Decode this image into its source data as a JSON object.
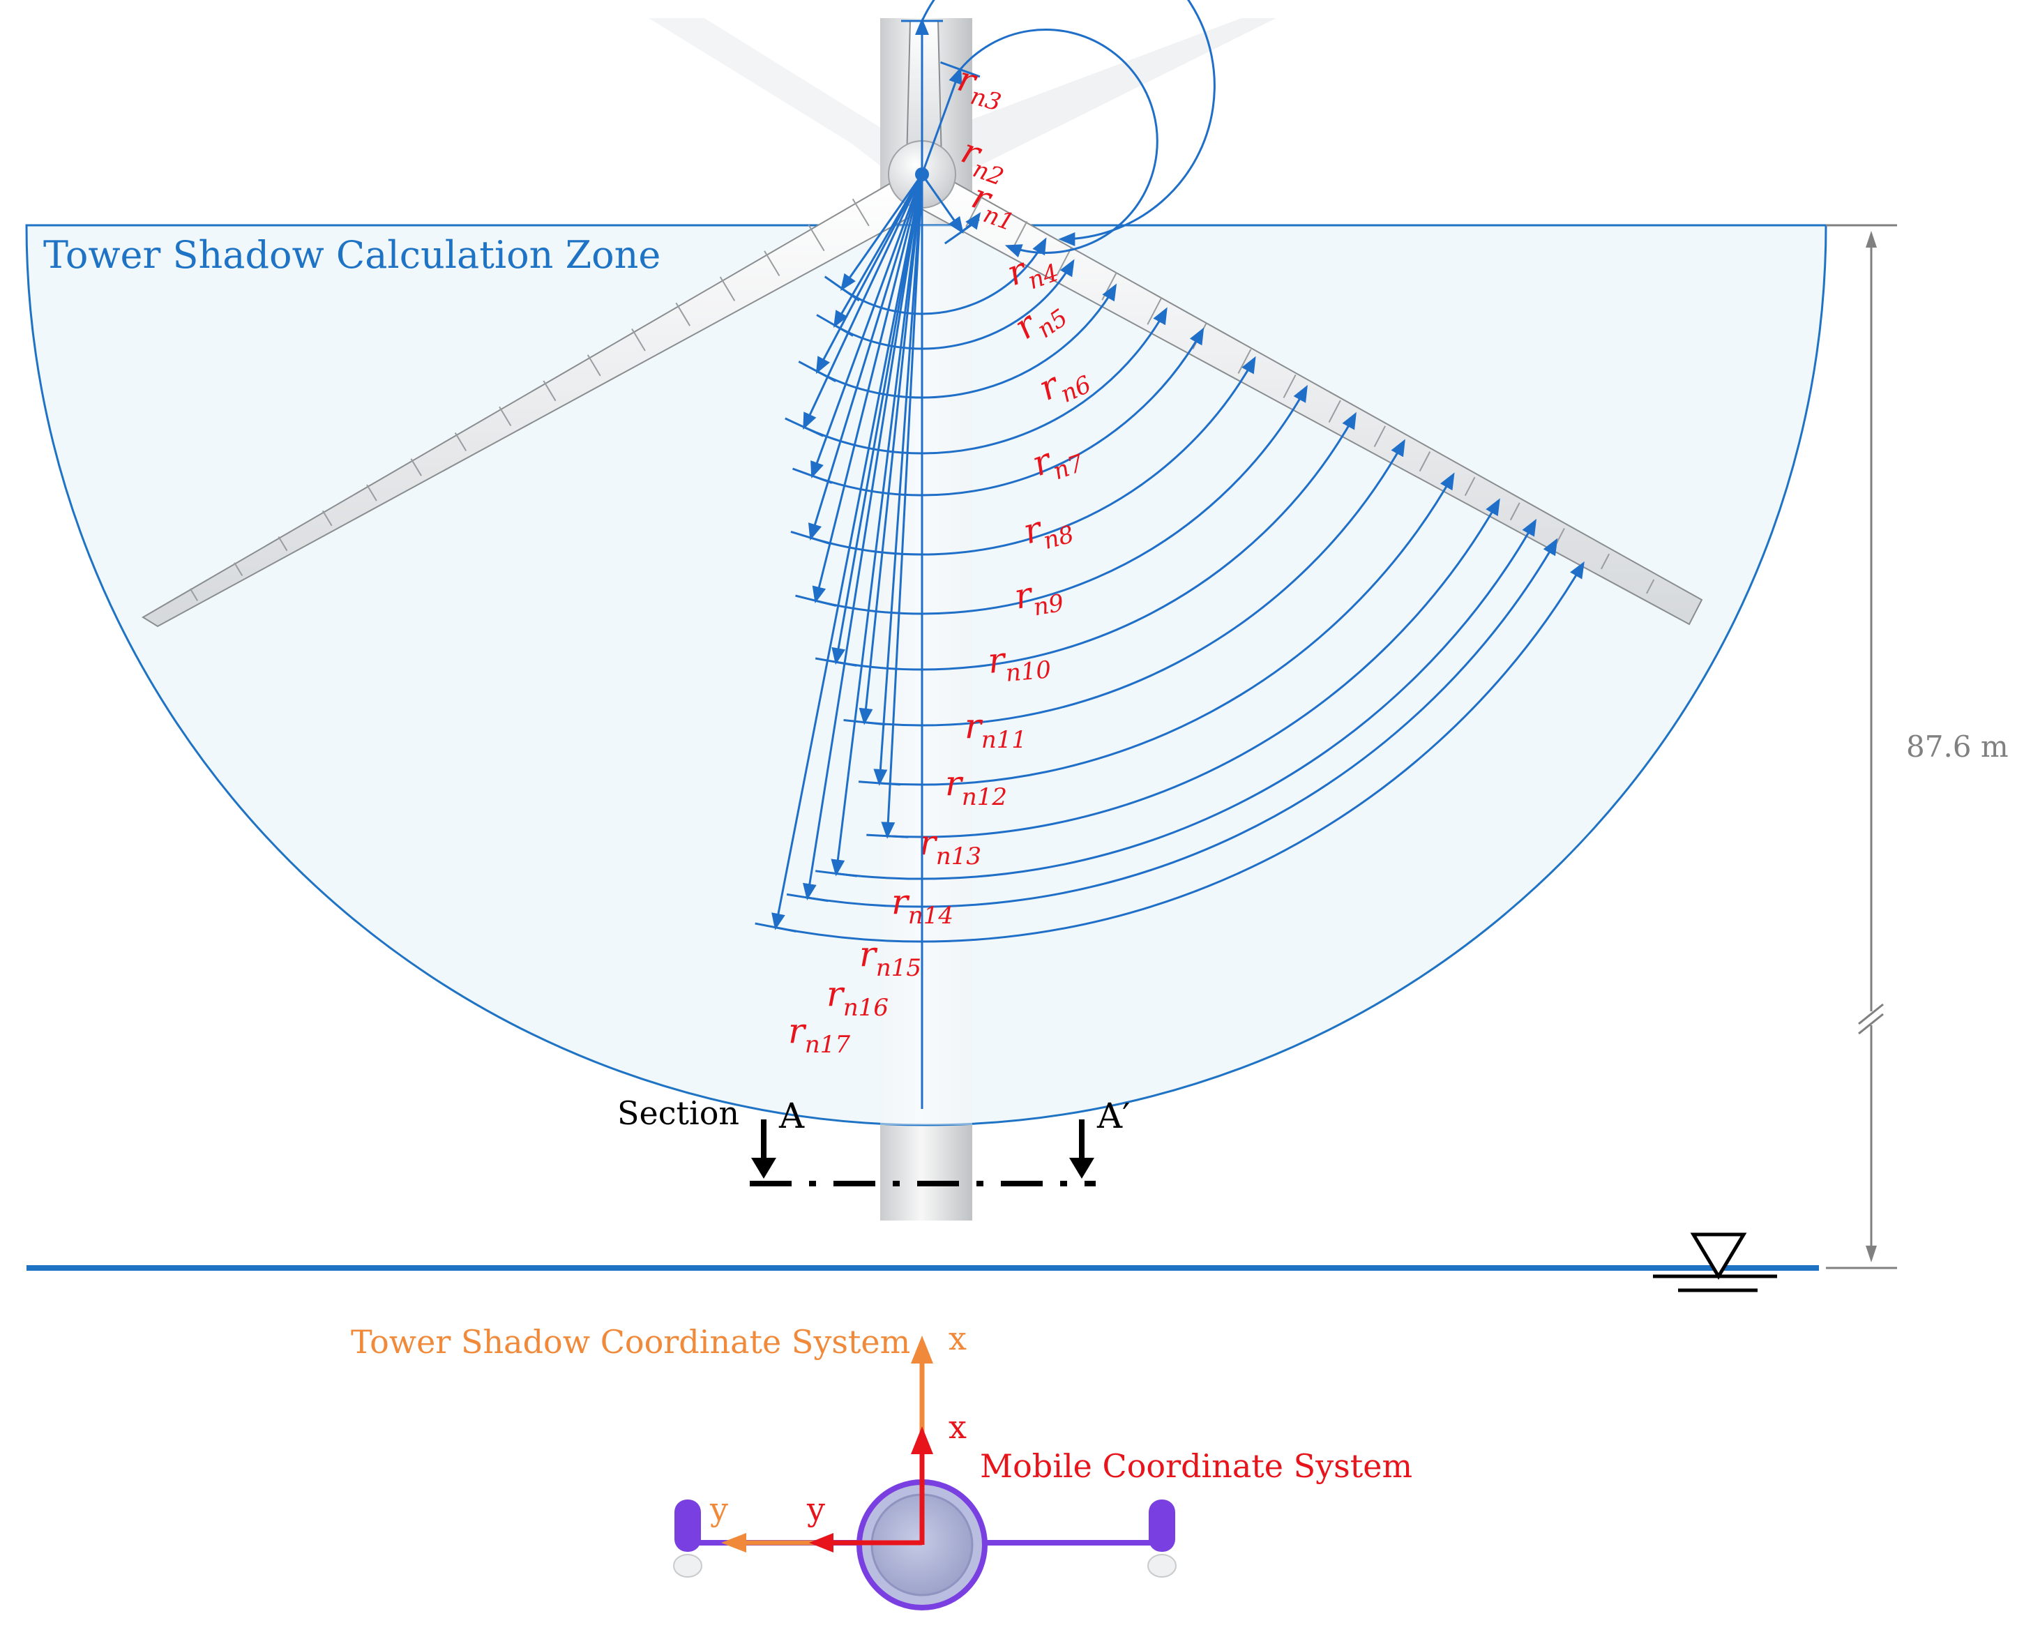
{
  "zone_title": "Tower Shadow Calculation Zone",
  "height_label": "87.6 m",
  "section": {
    "label": "Section",
    "left": "A",
    "right": "A′"
  },
  "coord_tower_shadow": {
    "label": "Tower Shadow Coordinate System",
    "x": "x",
    "y": "y"
  },
  "coord_mobile": {
    "label": "Mobile Coordinate System",
    "x": "x",
    "y": "y"
  },
  "radii": [
    {
      "base": "r",
      "sub": "n1"
    },
    {
      "base": "r",
      "sub": "n2"
    },
    {
      "base": "r",
      "sub": "n3"
    },
    {
      "base": "r",
      "sub": "n4"
    },
    {
      "base": "r",
      "sub": "n5"
    },
    {
      "base": "r",
      "sub": "n6"
    },
    {
      "base": "r",
      "sub": "n7"
    },
    {
      "base": "r",
      "sub": "n8"
    },
    {
      "base": "r",
      "sub": "n9"
    },
    {
      "base": "r",
      "sub": "n10"
    },
    {
      "base": "r",
      "sub": "n11"
    },
    {
      "base": "r",
      "sub": "n12"
    },
    {
      "base": "r",
      "sub": "n13"
    },
    {
      "base": "r",
      "sub": "n14"
    },
    {
      "base": "r",
      "sub": "n15"
    },
    {
      "base": "r",
      "sub": "n16"
    },
    {
      "base": "r",
      "sub": "n17"
    }
  ],
  "colors": {
    "zone_fill": "#eef6fa",
    "zone_stroke": "#1f73c4",
    "radius_stroke": "#1f6fc9",
    "radius_label": "#e8141c",
    "tower_shadow_axis": "#f08a3a",
    "mobile_axis": "#e8141c",
    "platform": "#7a3fe0",
    "dimension": "#808080",
    "water_line": "#1f73c4"
  },
  "icons": {
    "water_level": "water-level-triangle-icon",
    "section_arrow": "section-arrow-icon"
  }
}
